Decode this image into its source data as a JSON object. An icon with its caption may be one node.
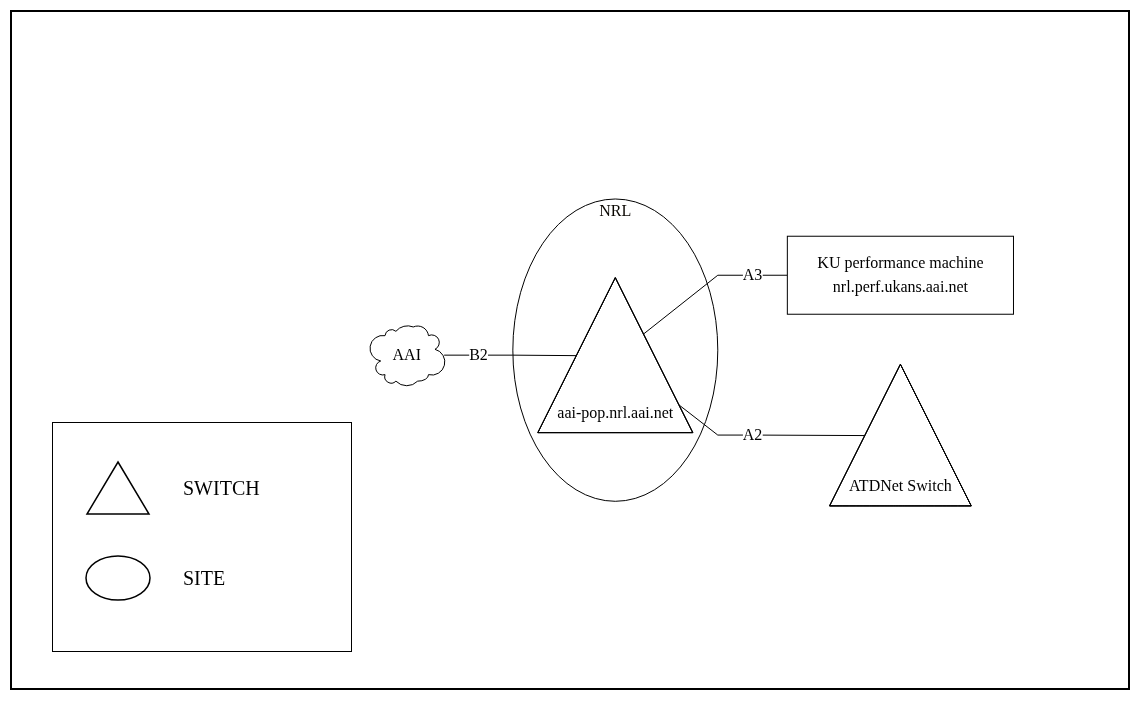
{
  "diagram": {
    "nodes": [
      {
        "text": [
          "AAI"
        ]
      },
      {
        "text": [
          "NRL"
        ]
      },
      {
        "text": [
          "aai-pop.nrl.aai.net"
        ],
        "in": 1
      },
      {
        "text": [
          "KU performance machine",
          "nrl.perf.ukans.aai.net"
        ]
      },
      {
        "text": [
          "ATDNet Switch"
        ]
      }
    ],
    "edges": [
      {
        "from": 0,
        "to": 2,
        "arrow": "none",
        "label": "B2"
      },
      {
        "from": 2,
        "to": 3,
        "arrow": "none",
        "label": "A3"
      },
      {
        "from": 2,
        "to": 4,
        "arrow": "none",
        "label": "A2"
      }
    ],
    "legend": [
      {
        "text": "SWITCH"
      },
      {
        "text": "SITE"
      }
    ]
  }
}
